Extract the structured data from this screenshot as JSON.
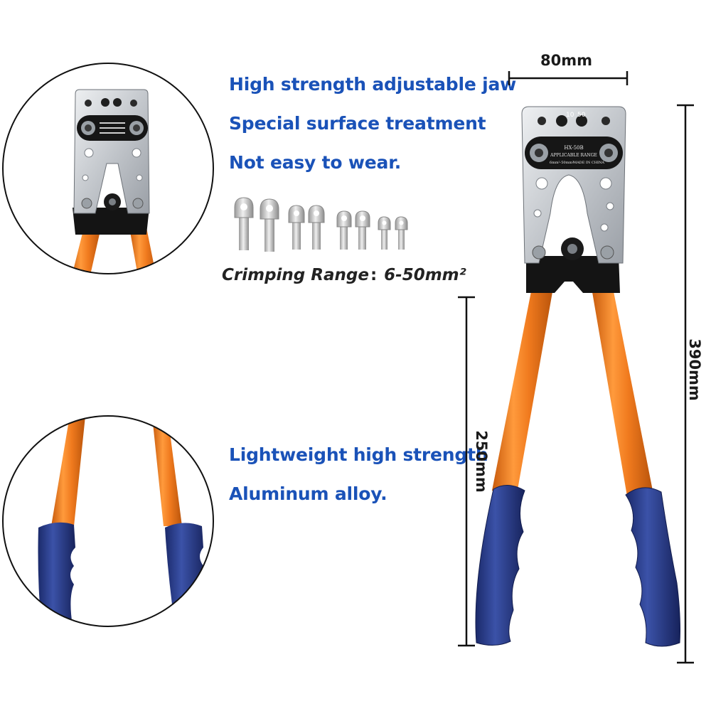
{
  "features": {
    "jaw": "High strength adjustable jaw",
    "surface": "Special surface treatment",
    "wear": "Not easy to wear.",
    "lightweight": "Lightweight high strength",
    "alloy": "Aluminum alloy."
  },
  "crimping": {
    "label": "Crimping Range",
    "separator": ":",
    "value": "6-50mm²"
  },
  "dimensions": {
    "width": "80mm",
    "total_length": "390mm",
    "handle_length": "250mm"
  },
  "tool_plate": {
    "model": "HX-50B",
    "range_title": "APPLICABLE RANGE",
    "range": "6mm²-50mm²",
    "origin": "MADE IN CHINA",
    "die_a": "10",
    "die_b": "50"
  },
  "colors": {
    "feature_text": "#1a52b8",
    "handle_orange": "#f07a1e",
    "grip_blue": "#2a3d8c",
    "jaw_silver": "#c9ccd0",
    "jaw_black": "#141414"
  }
}
